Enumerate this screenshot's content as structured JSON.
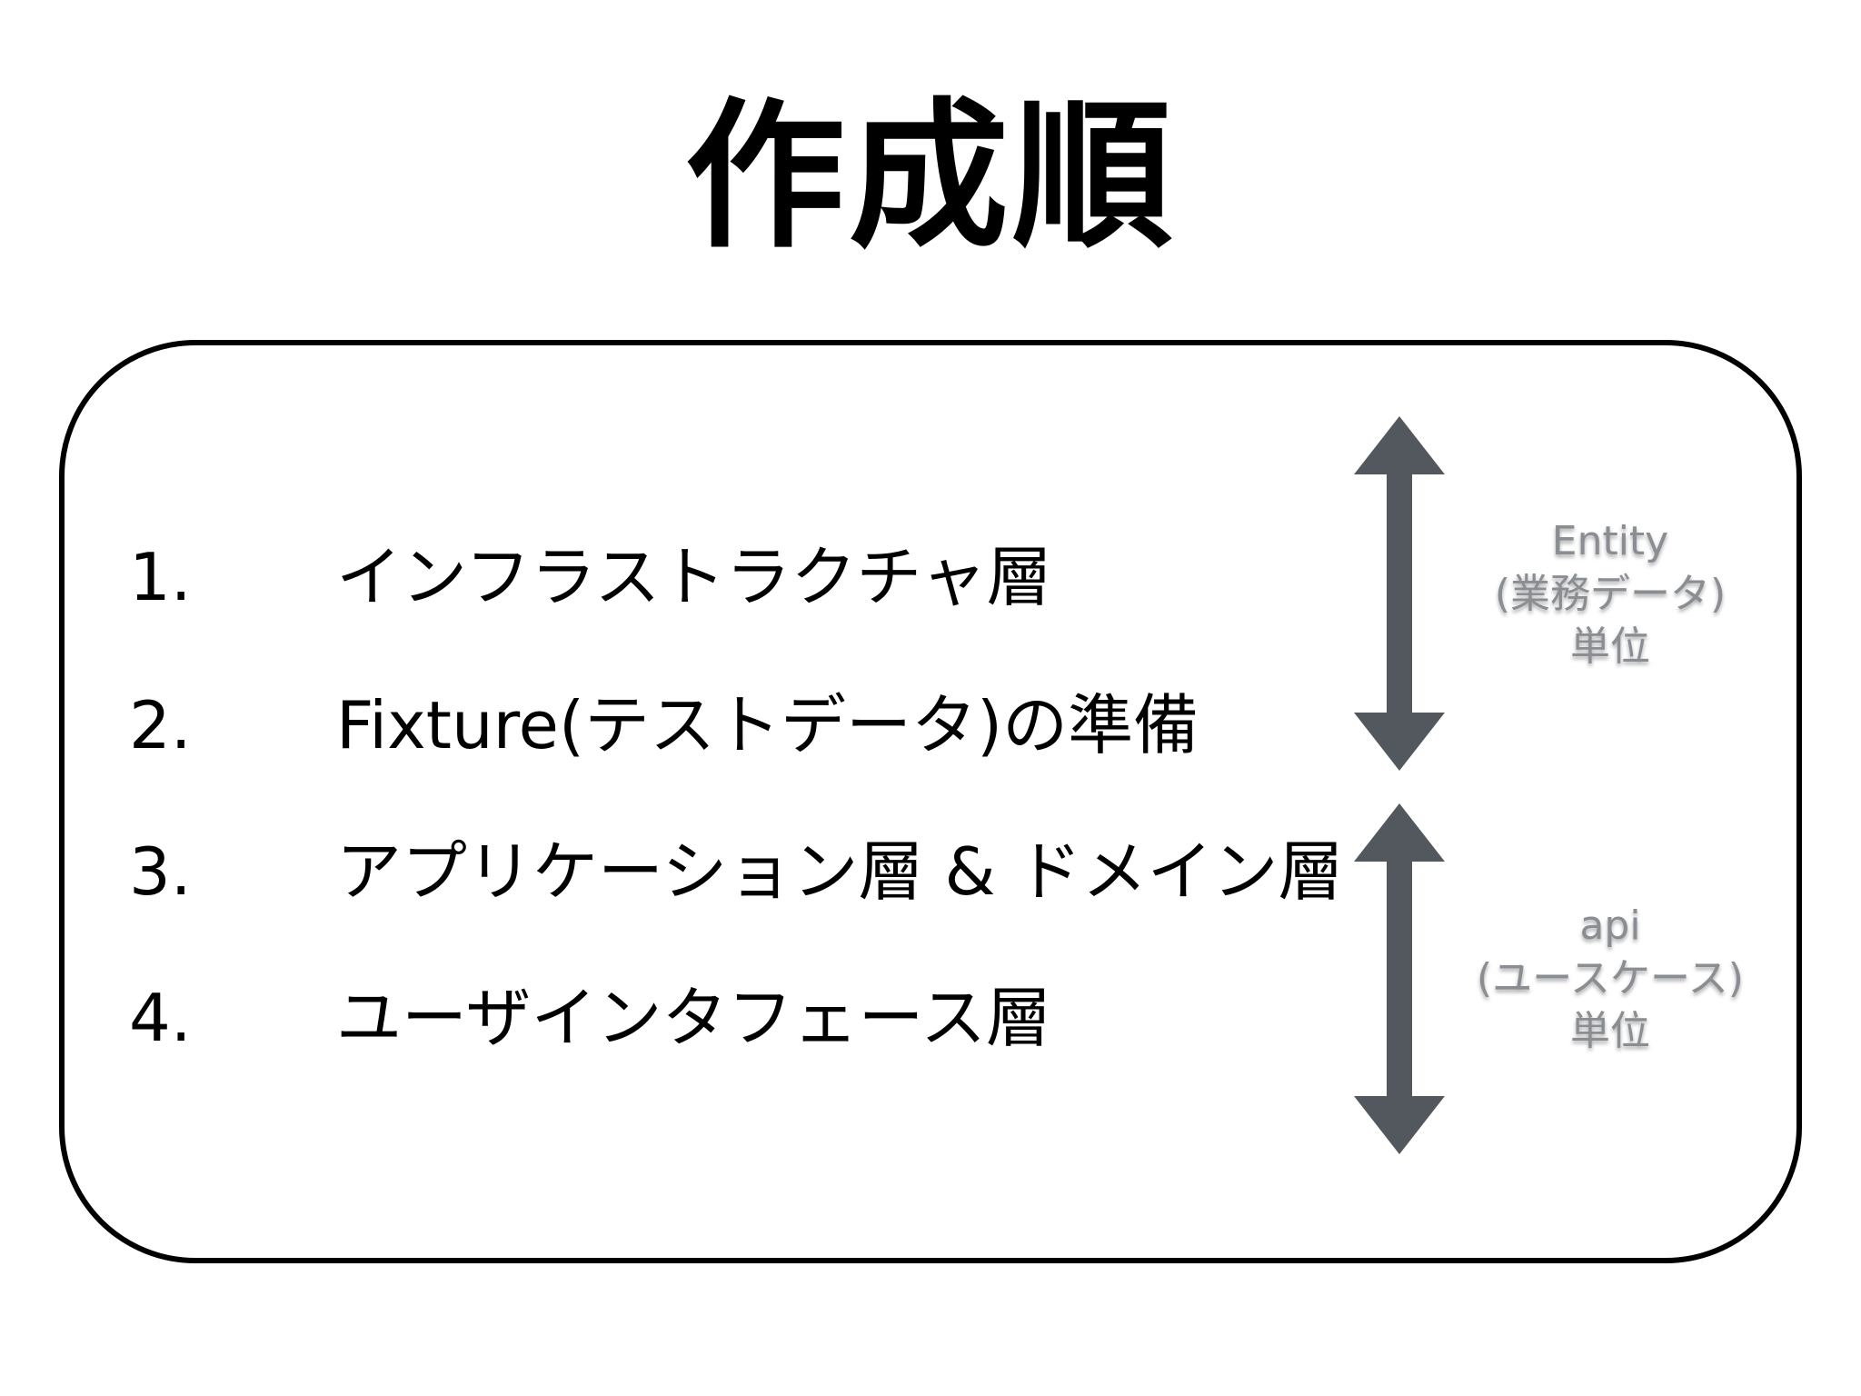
{
  "title": "作成順",
  "steps": [
    {
      "number": "1.",
      "label": "インフラストラクチャ層"
    },
    {
      "number": "2.",
      "label": "Fixture(テストデータ)の準備"
    },
    {
      "number": "3.",
      "label": "アプリケーション層 & ドメイン層"
    },
    {
      "number": "4.",
      "label": "ユーザインタフェース層"
    }
  ],
  "scopes": [
    {
      "line1": "Entity",
      "line2": "(業務データ)",
      "line3": "単位"
    },
    {
      "line1": "api",
      "line2": "(ユースケース)",
      "line3": "単位"
    }
  ],
  "colors": {
    "arrow": "#53575e",
    "scope_text": "#8a8d92",
    "frame": "#000000"
  },
  "icons": [
    "double-headed-arrow-icon",
    "double-headed-arrow-icon"
  ]
}
